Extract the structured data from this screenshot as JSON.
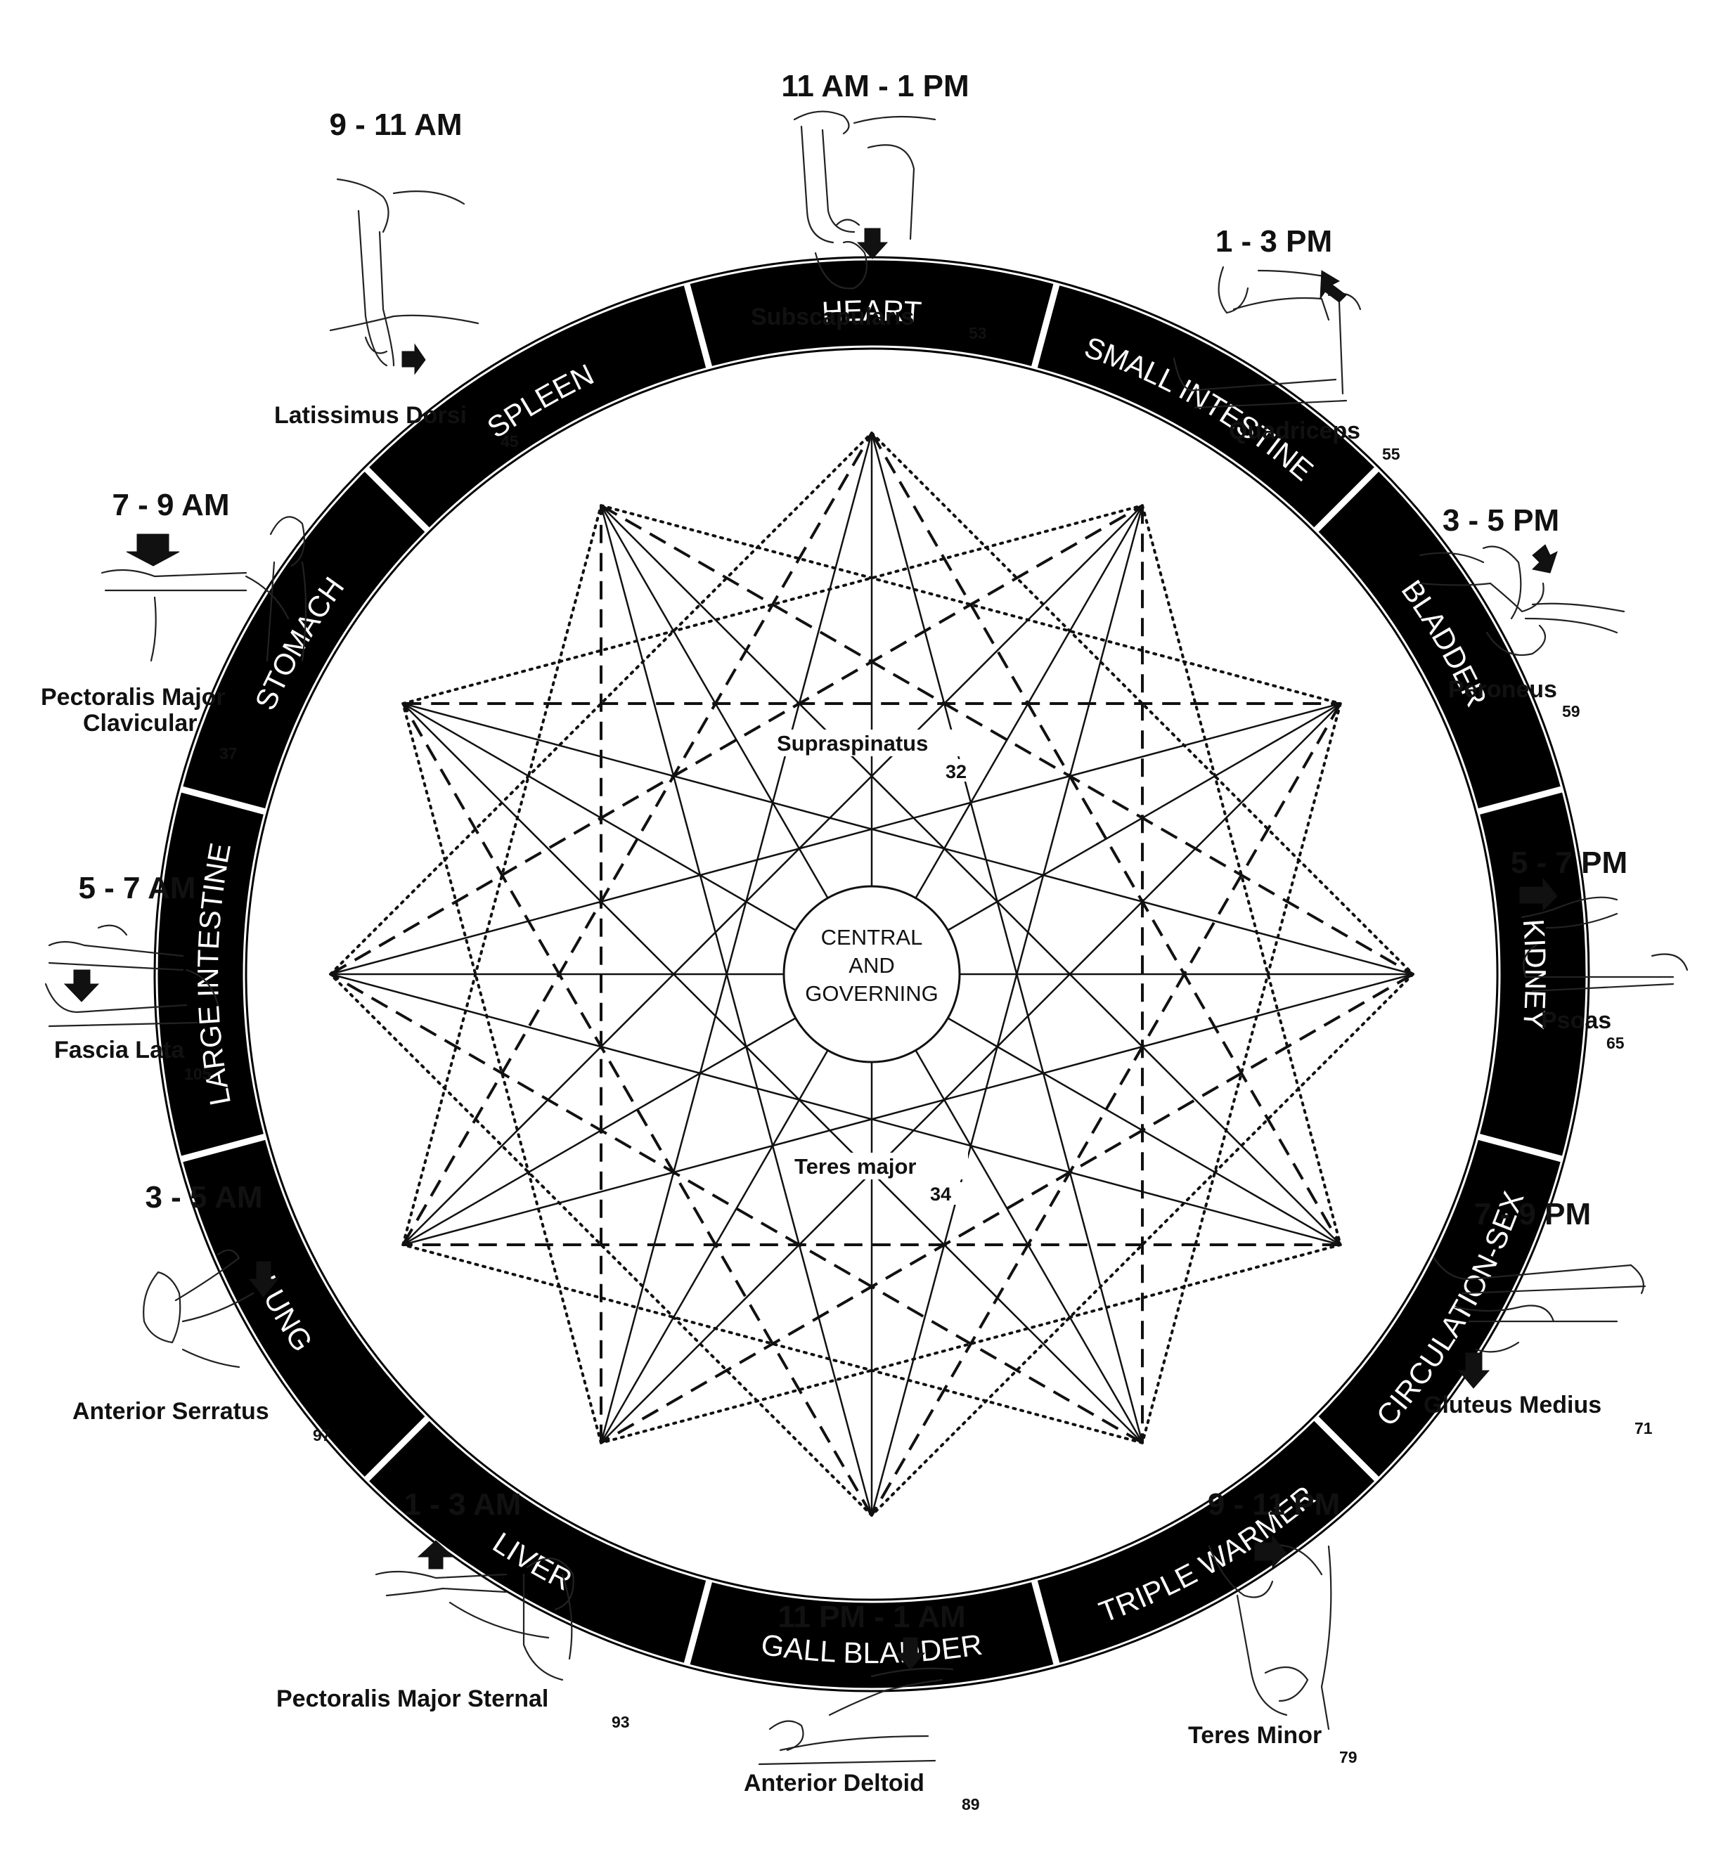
{
  "center": {
    "line1": "CENTRAL",
    "line2": "AND",
    "line3": "GOVERNING"
  },
  "inner_labels": [
    {
      "name": "Supraspinatus",
      "number": "32"
    },
    {
      "name": "Teres major",
      "number": "34"
    }
  ],
  "meridians": [
    {
      "label": "HEART",
      "time": "11 AM - 1 PM",
      "muscle": "Subscapularis",
      "muscle2": "",
      "page": "53"
    },
    {
      "label": "SMALL INTESTINE",
      "time": "1 - 3 PM",
      "muscle": "Quadriceps",
      "muscle2": "",
      "page": "55"
    },
    {
      "label": "BLADDER",
      "time": "3 - 5 PM",
      "muscle": "Peroneus",
      "muscle2": "",
      "page": "59"
    },
    {
      "label": "KIDNEY",
      "time": "5 - 7 PM",
      "muscle": "Psoas",
      "muscle2": "",
      "page": "65"
    },
    {
      "label": "CIRCULATION-SEX",
      "time": "7 - 9 PM",
      "muscle": "Gluteus Medius",
      "muscle2": "",
      "page": "71"
    },
    {
      "label": "TRIPLE WARMER",
      "time": "9 - 11 PM",
      "muscle": "Teres Minor",
      "muscle2": "",
      "page": "79"
    },
    {
      "label": "GALL BLADDER",
      "time": "11 PM - 1 AM",
      "muscle": "Anterior Deltoid",
      "muscle2": "",
      "page": "89"
    },
    {
      "label": "LIVER",
      "time": "1 - 3 AM",
      "muscle": "Pectoralis Major Sternal",
      "muscle2": "",
      "page": "93"
    },
    {
      "label": "LUNG",
      "time": "3 - 5 AM",
      "muscle": "Anterior Serratus",
      "muscle2": "",
      "page": "97"
    },
    {
      "label": "LARGE INTESTINE",
      "time": "5 - 7 AM",
      "muscle": "Fascia Lata",
      "muscle2": "",
      "page": "105"
    },
    {
      "label": "STOMACH",
      "time": "7 - 9 AM",
      "muscle": "Pectoralis Major",
      "muscle2": "Clavicular",
      "page": "37"
    },
    {
      "label": "SPLEEN",
      "time": "9 - 11 AM",
      "muscle": "Latissimus Dorsi",
      "muscle2": "",
      "page": "45"
    }
  ],
  "colors": {
    "ring": "#000000",
    "ink": "#111111",
    "background": "#ffffff"
  }
}
